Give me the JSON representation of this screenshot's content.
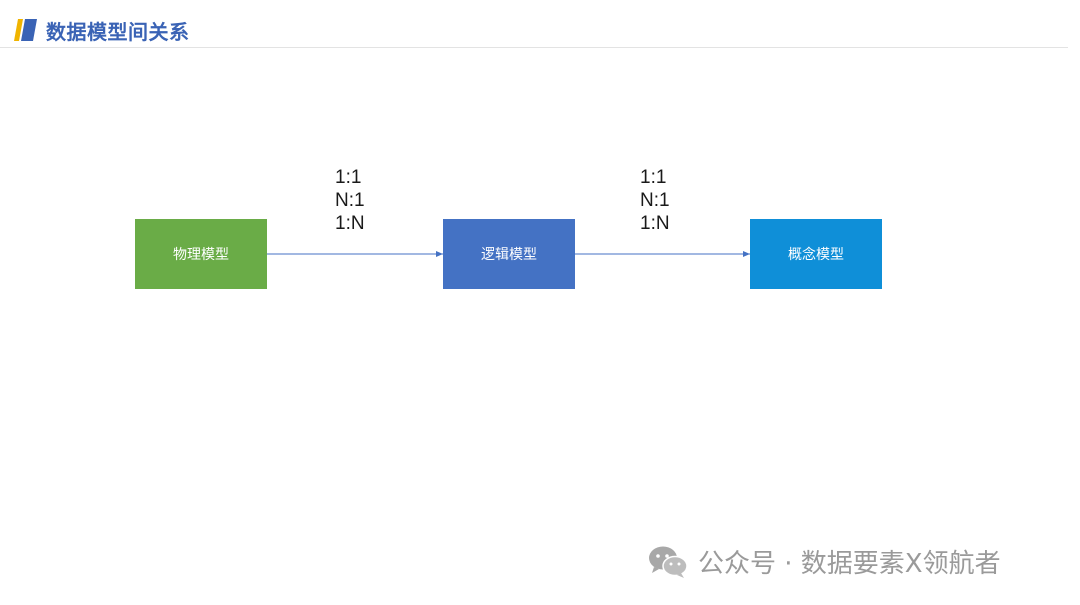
{
  "header": {
    "title": "数据模型间关系"
  },
  "diagram": {
    "nodes": [
      {
        "label": "物理模型",
        "color": "#6aac47"
      },
      {
        "label": "逻辑模型",
        "color": "#4472c4"
      },
      {
        "label": "概念模型",
        "color": "#0f8fd8"
      }
    ],
    "edges": [
      {
        "from": "物理模型",
        "to": "逻辑模型",
        "cardinalities": [
          "1:1",
          "N:1",
          "1:N"
        ]
      },
      {
        "from": "逻辑模型",
        "to": "概念模型",
        "cardinalities": [
          "1:1",
          "N:1",
          "1:N"
        ]
      }
    ],
    "arrow_color": "#4472c4"
  },
  "watermark": {
    "text": "公众号 · 数据要素X领航者",
    "icon": "wechat-icon"
  }
}
